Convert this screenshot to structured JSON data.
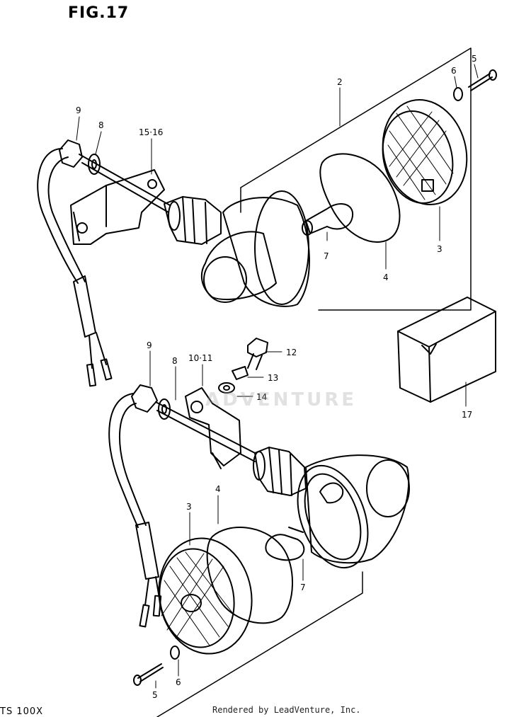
{
  "figure": {
    "title": "FIG.17",
    "model": "TS 100X"
  },
  "credit": "Rendered by LeadVenture, Inc.",
  "watermark": "ADVENTURE",
  "callouts": [
    {
      "id": "c-9a",
      "text": "9"
    },
    {
      "id": "c-8a",
      "text": "8"
    },
    {
      "id": "c-1516",
      "text": "15·16"
    },
    {
      "id": "c-2",
      "text": "2"
    },
    {
      "id": "c-6a",
      "text": "6"
    },
    {
      "id": "c-5a",
      "text": "5"
    },
    {
      "id": "c-7a",
      "text": "7"
    },
    {
      "id": "c-4a",
      "text": "4"
    },
    {
      "id": "c-3a",
      "text": "3"
    },
    {
      "id": "c-12",
      "text": "12"
    },
    {
      "id": "c-13",
      "text": "13"
    },
    {
      "id": "c-14",
      "text": "14"
    },
    {
      "id": "c-17",
      "text": "17"
    },
    {
      "id": "c-9b",
      "text": "9"
    },
    {
      "id": "c-8b",
      "text": "8"
    },
    {
      "id": "c-1011",
      "text": "10·11"
    },
    {
      "id": "c-4b",
      "text": "4"
    },
    {
      "id": "c-3b",
      "text": "3"
    },
    {
      "id": "c-7b",
      "text": "7"
    },
    {
      "id": "c-5b",
      "text": "5"
    },
    {
      "id": "c-6b",
      "text": "6"
    }
  ]
}
